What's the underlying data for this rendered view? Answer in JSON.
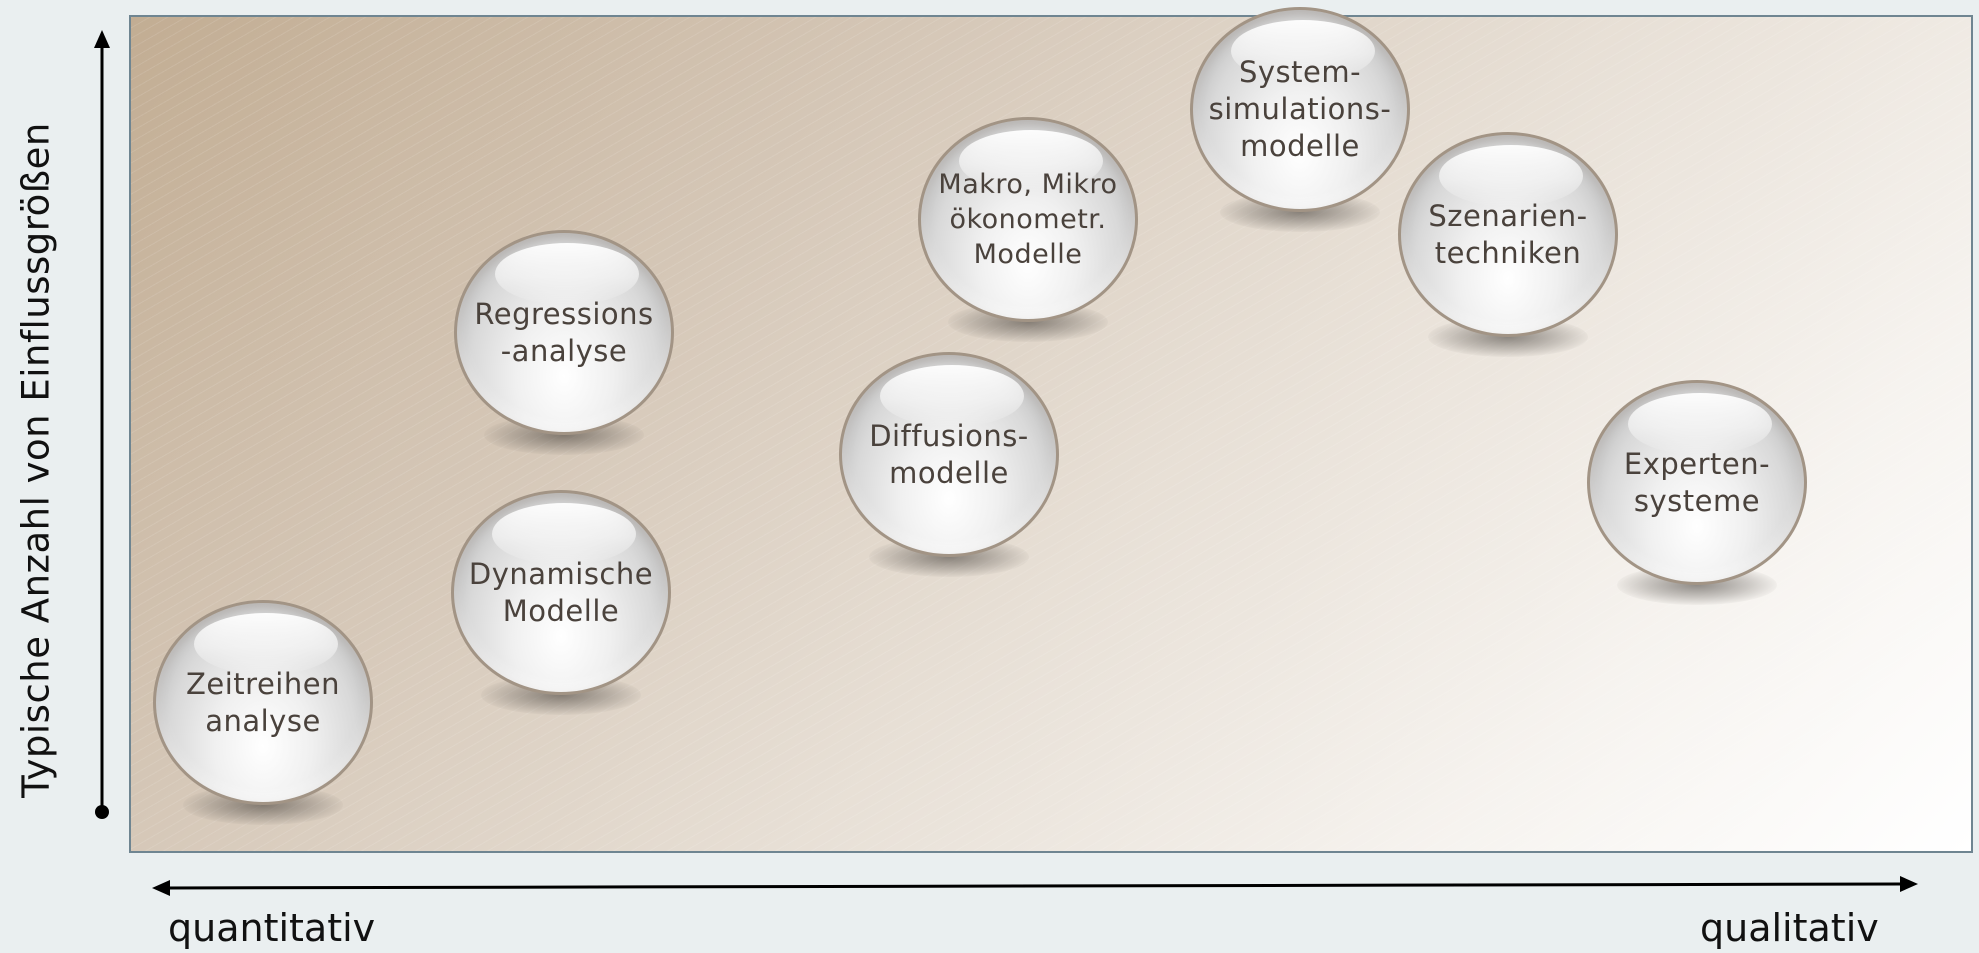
{
  "axes": {
    "y_title": "Typische Anzahl von Einflussgrößen",
    "x_left_label": "quantitativ",
    "x_right_label": "qualitativ"
  },
  "bubbles": [
    {
      "text": "Zeitreihen\nanalyse"
    },
    {
      "text": "Dynamische\nModelle"
    },
    {
      "text": "Regressions\n-analyse"
    },
    {
      "text": "Diffusions-\nmodelle"
    },
    {
      "text": "Makro, Mikro\nökonometr.\nModelle"
    },
    {
      "text": "System-\nsimulations-\nmodelle"
    },
    {
      "text": "Szenarien-\ntechniken"
    },
    {
      "text": "Experten-\nsysteme"
    }
  ]
}
